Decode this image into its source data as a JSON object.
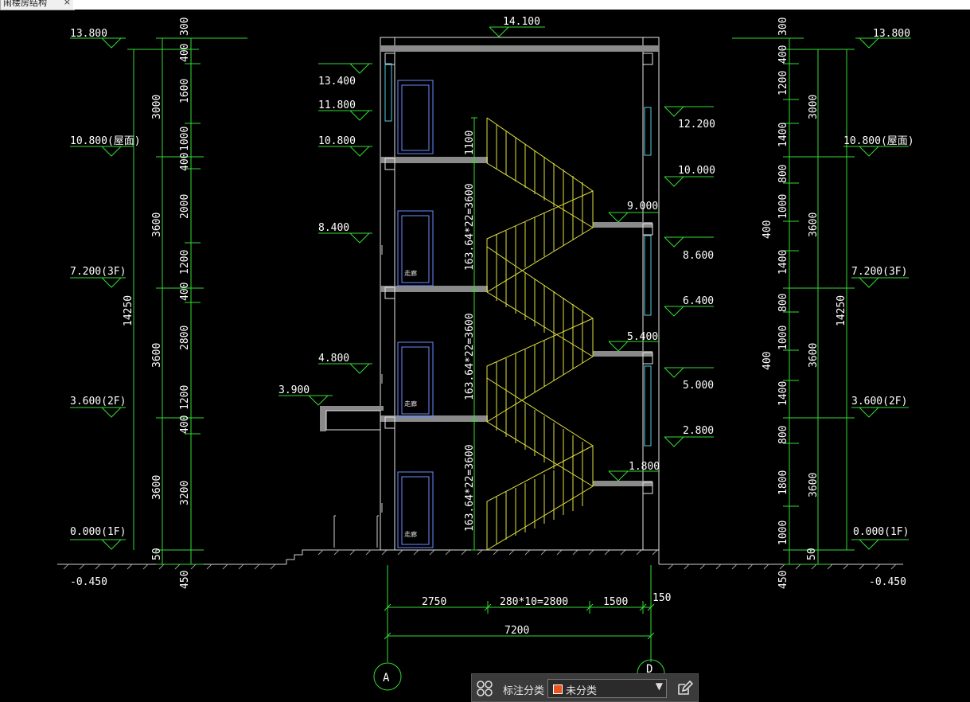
{
  "tab": {
    "title": "闹楼房结构",
    "close": "×"
  },
  "levels": {
    "left": [
      "13.800",
      "10.800(屋面)",
      "7.200(3F)",
      "3.600(2F)",
      "0.000(1F)",
      "-0.450"
    ],
    "right": [
      "13.800",
      "10.800(屋面)",
      "7.200(3F)",
      "3.600(2F)",
      "0.000(1F)",
      "-0.450"
    ],
    "top": "14.100",
    "window_left": [
      "13.400",
      "11.800",
      "10.800",
      "8.400",
      "4.800",
      "3.900"
    ],
    "window_right": [
      "12.200",
      "10.000",
      "8.600",
      "6.400",
      "5.000",
      "2.800"
    ],
    "landing": [
      "9.000",
      "5.400",
      "1.800"
    ]
  },
  "left_dims": {
    "outer": [
      "14250"
    ],
    "mid": [
      "3000",
      "3600",
      "3600",
      "3600"
    ],
    "inner": [
      "300",
      "400",
      "1600",
      "1000",
      "400",
      "2000",
      "1200",
      "400",
      "2800",
      "1200",
      "400",
      "3200",
      "50",
      "450"
    ]
  },
  "right_dims": {
    "outer": [
      "14250"
    ],
    "mid": [
      "3000",
      "3600",
      "3600",
      "3600"
    ],
    "inner": [
      "300",
      "400",
      "1200",
      "1400",
      "800",
      "1000",
      "1400",
      "800",
      "1000",
      "1400",
      "800",
      "1800",
      "1000",
      "50",
      "450"
    ],
    "extra": [
      "400",
      "400"
    ]
  },
  "stairs": {
    "flight_label": [
      "163.64*22=3600",
      "163.64*22=3600",
      "163.64*22=3600"
    ],
    "top_height": "1100",
    "room_label": [
      "走廊",
      "走廊",
      "走廊"
    ]
  },
  "bottom_dims": {
    "segments": [
      "2750",
      "280*10=2800",
      "1500",
      "150"
    ],
    "total": "7200"
  },
  "axes": [
    "A",
    "D"
  ],
  "toolbar": {
    "label": "标注分类",
    "value": "未分类",
    "color": "#e8541c"
  }
}
